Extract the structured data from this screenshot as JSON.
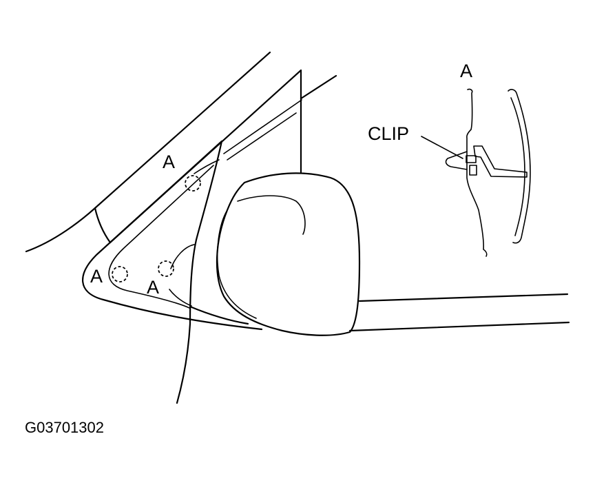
{
  "labels": {
    "upper_a": "A",
    "left_a": "A",
    "lower_a": "A",
    "detail_a": "A",
    "clip": "CLIP"
  },
  "figure_code": "G03701302"
}
